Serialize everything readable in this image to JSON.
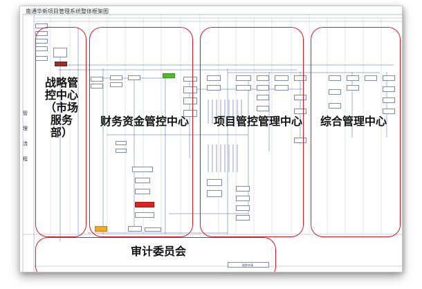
{
  "document": {
    "title": "南通华新项目管理系统整体框架图",
    "side_label": [
      "管",
      "理",
      "流",
      "程"
    ]
  },
  "groups": {
    "strategy": "战略管控中心（市场服务部）",
    "finance": "财务资金管控中心",
    "project": "项目管控管理中心",
    "general": "综合管理中心",
    "audit": "审计委员会"
  },
  "footer_box": "取款申请",
  "colors": {
    "group_border": "#d11d2a",
    "box_border": "#7c8aa8",
    "connector": "#4b5ea8",
    "highlight_red": "#e02020",
    "highlight_green": "#55b62f",
    "highlight_orange": "#f2a825"
  }
}
